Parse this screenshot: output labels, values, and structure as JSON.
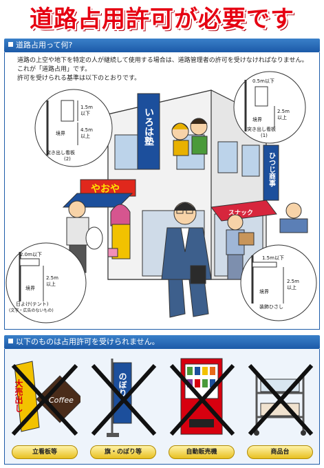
{
  "title": "道路占用許可が必要です",
  "section1": {
    "heading": "道路占用って何?",
    "intro_lines": [
      "道路の上空や地下を特定の人が継続して使用する場合は、道路管理者の許可を受けなければなりません。",
      "これが「道路占用」です。",
      "許可を受けられる基準は以下のとおりです。"
    ],
    "signs": {
      "shop_vertical": "いろは塾",
      "shop_front": "やおや",
      "shop_right": "ひつじ商事",
      "shop_awning": "スナック"
    },
    "callouts": {
      "projecting_sign_2": {
        "dim1": "1.5m",
        "dim1_sub": "以下",
        "dim2": "4.5m",
        "dim2_sub": "以上",
        "boundary": "境界",
        "label": "突き出し看板",
        "label_sub": "(2)"
      },
      "projecting_sign_1": {
        "top": "0.5m以下",
        "dim2": "2.5m",
        "dim2_sub": "以上",
        "boundary": "境界",
        "label": "突き出し看板",
        "label_sub": "(1)"
      },
      "awning_tent": {
        "dim1": "2.0m以下",
        "dim2": "2.5m",
        "dim2_sub": "以上",
        "boundary": "境界",
        "label": "日よけ(テント)",
        "label_sub": "(文字・広告のないもの)"
      },
      "eaves": {
        "dim1": "1.5m以下",
        "dim2": "2.5m",
        "dim2_sub": "以上",
        "boundary": "境界",
        "label": "装飾ひさし"
      }
    }
  },
  "section2": {
    "heading": "以下のものは占用許可を受けられません。",
    "items": [
      {
        "label": "立看板等",
        "sign_text_a": "大売出し",
        "sign_text_b": "Coffee"
      },
      {
        "label": "旗・のぼり等",
        "sign_text_a": "のぼり"
      },
      {
        "label": "自動販売機"
      },
      {
        "label": "商品台"
      }
    ]
  },
  "colors": {
    "title_red": "#e60012",
    "bar_blue": "#1c5aa8",
    "cross": "#111111",
    "pill": "#f2d23a"
  }
}
